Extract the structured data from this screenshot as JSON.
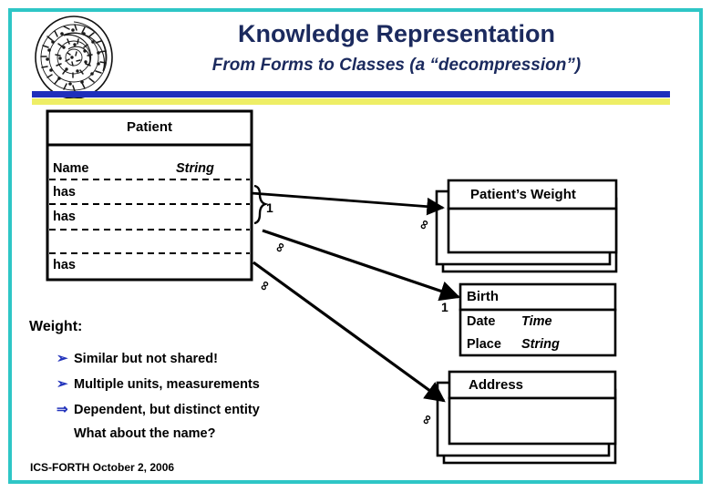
{
  "slide": {
    "title": "Knowledge Representation",
    "subtitle": "From Forms to Classes (a “decompression”)",
    "footer": "ICS-FORTH  October 2, 2006",
    "logo_name": "phaistos-disc-logo",
    "colors": {
      "frame": "#2ec6c6",
      "title": "#1b2a5e",
      "bar_blue": "#1f2fbb",
      "bar_yellow": "#eeee66",
      "bullet": "#2233bb",
      "diagram_stroke": "#000000"
    }
  },
  "diagram": {
    "patient_box": {
      "title": "Patient",
      "rows": [
        {
          "name": "Name",
          "type": "String"
        },
        {
          "name": "has",
          "type": ""
        },
        {
          "name": "has",
          "type": ""
        },
        {
          "name": "",
          "type": ""
        },
        {
          "name": "has",
          "type": ""
        }
      ]
    },
    "weight_box": {
      "title": "Patient’s Weight",
      "rows": [],
      "stacked": true
    },
    "birth_box": {
      "title": "Birth",
      "rows": [
        {
          "name": "Date",
          "type": "Time"
        },
        {
          "name": "Place",
          "type": "String"
        }
      ],
      "stacked": false
    },
    "address_box": {
      "title": "Address",
      "rows": [],
      "stacked": true
    },
    "cardinalities": {
      "patient_to_weight_src": "1",
      "patient_to_weight_dst": "∞",
      "patient_to_birth_src": "∞",
      "patient_to_birth_dst": "1",
      "patient_to_address_src": "∞",
      "patient_to_address_dst": "∞"
    }
  },
  "notes": {
    "heading": "Weight:",
    "bullets": [
      {
        "glyph": "➢",
        "text": "Similar but not shared!"
      },
      {
        "glyph": "➢",
        "text": "Multiple units, measurements"
      },
      {
        "glyph": "⇒",
        "text": "Dependent, but distinct entity"
      },
      {
        "glyph": "",
        "text": "What about the name?"
      }
    ]
  }
}
